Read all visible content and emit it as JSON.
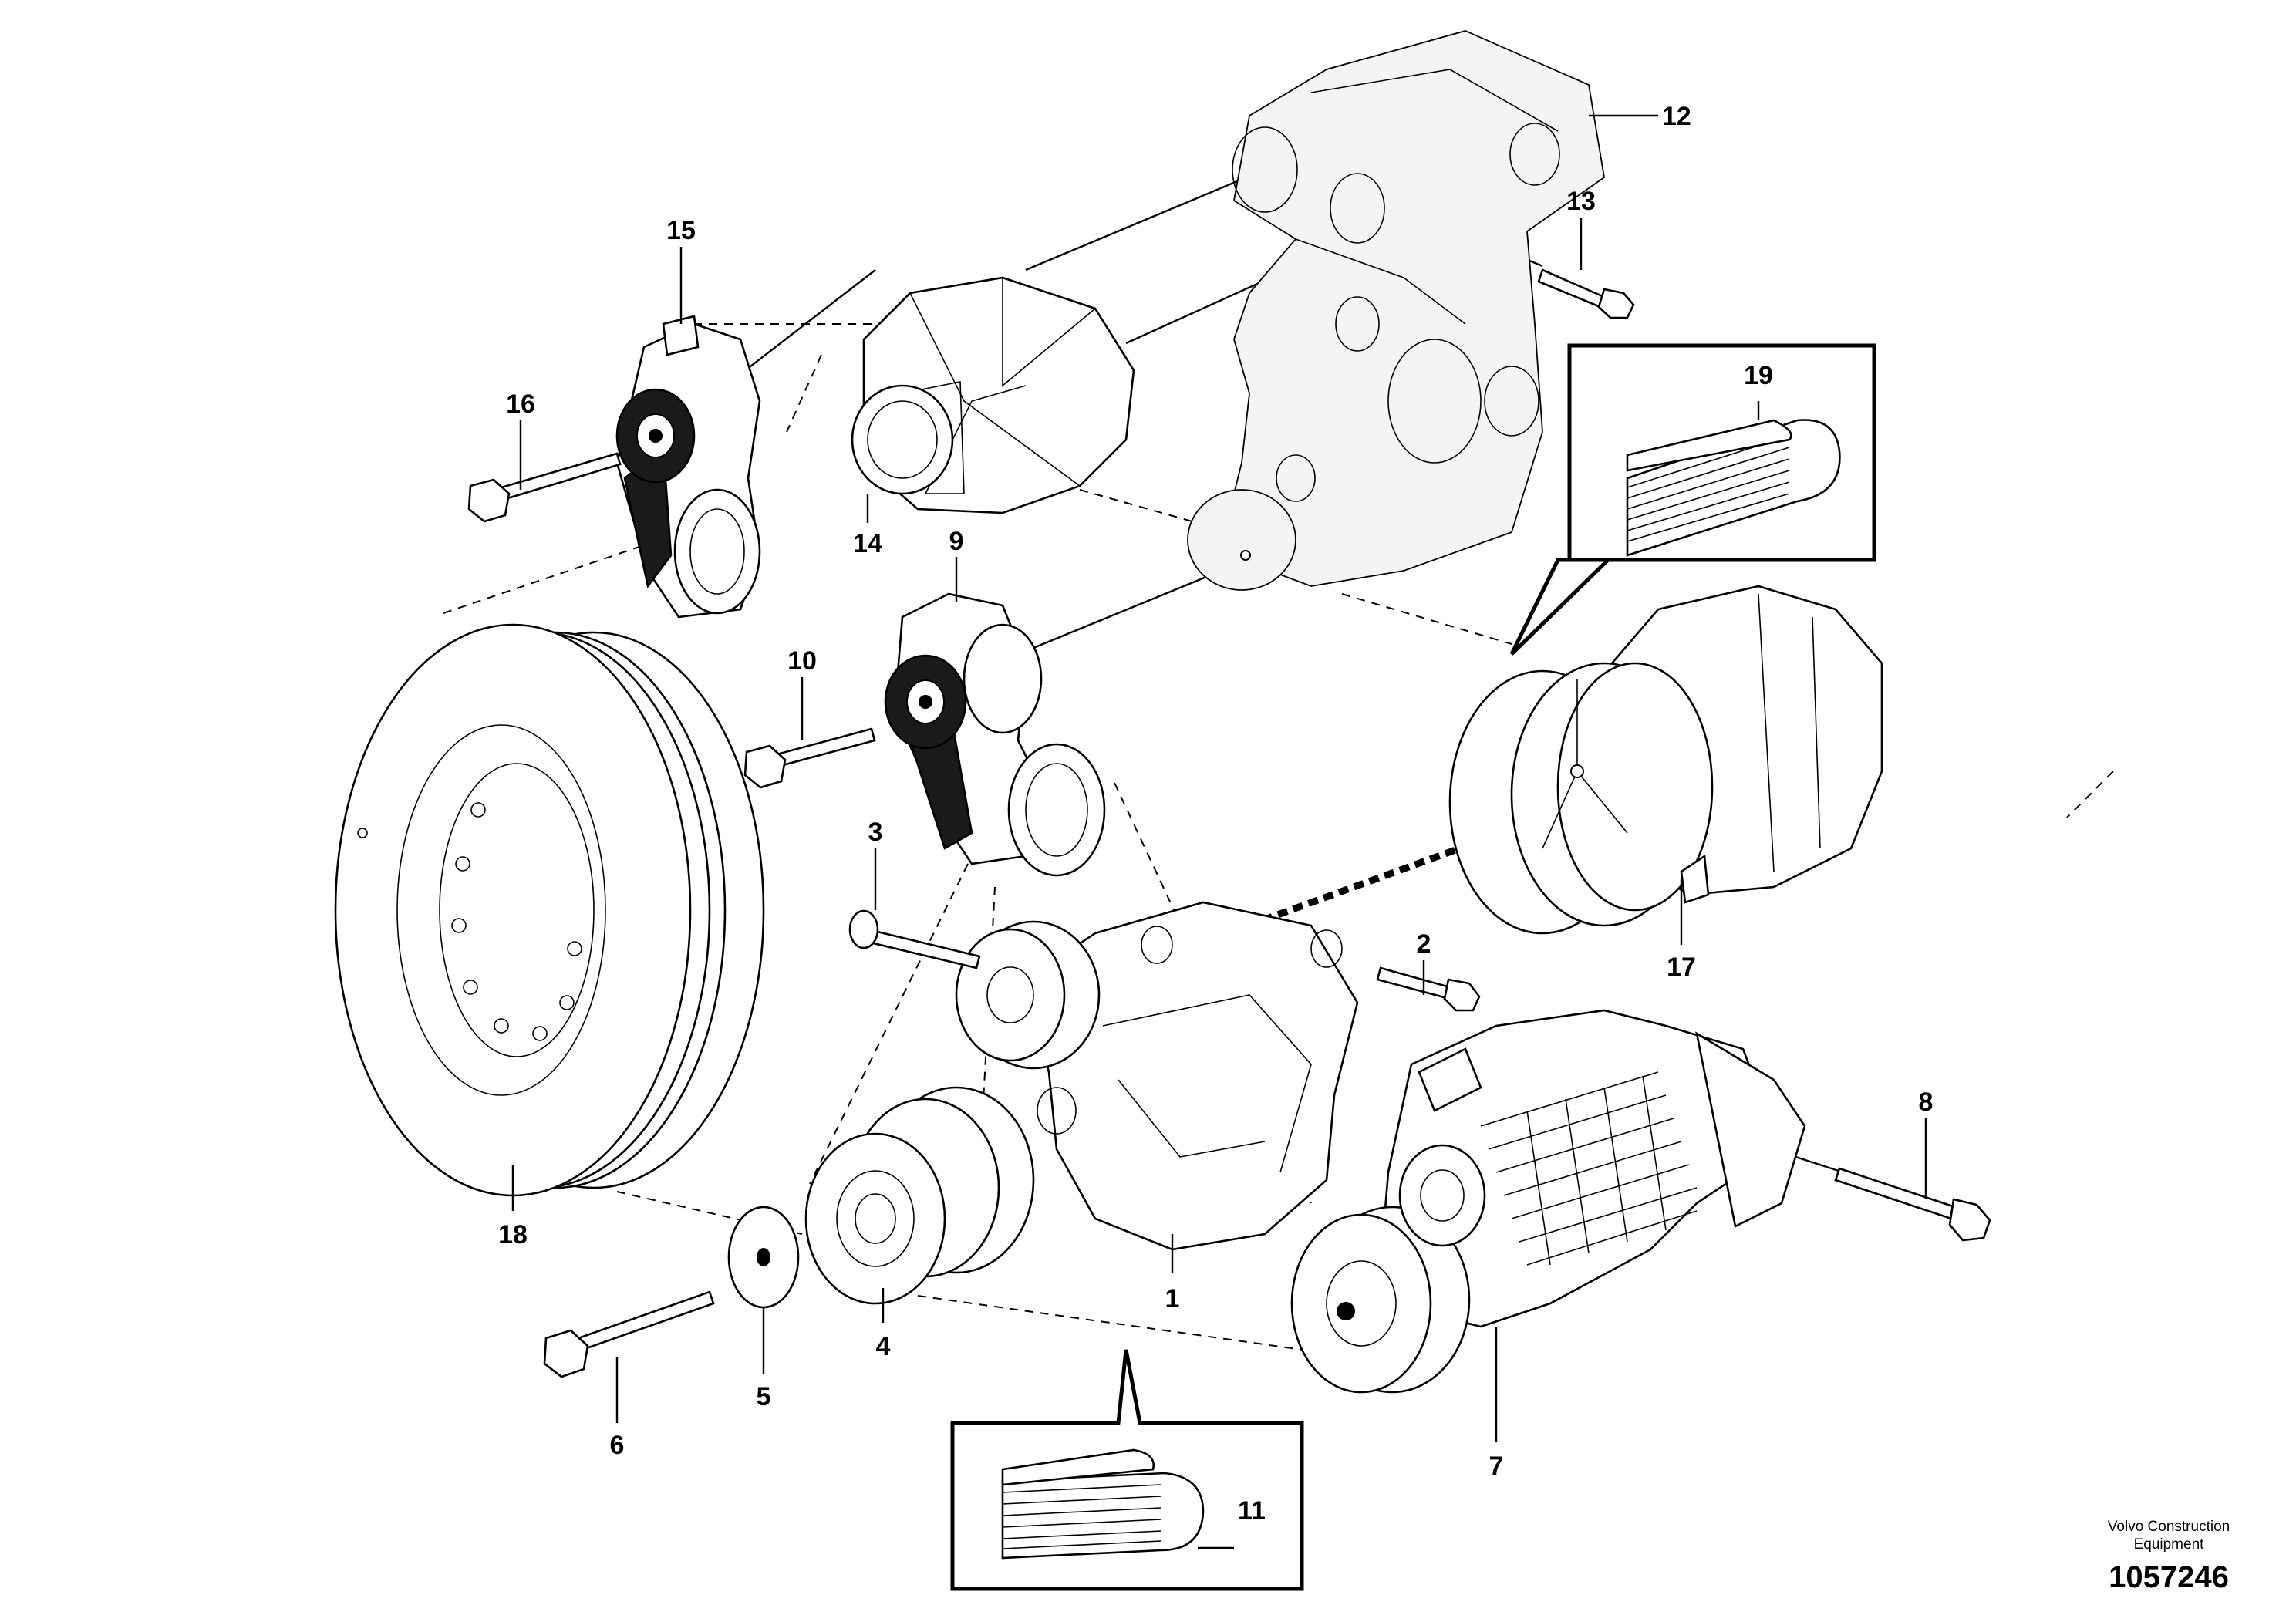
{
  "callouts": {
    "c1": "1",
    "c2": "2",
    "c3": "3",
    "c4": "4",
    "c5": "5",
    "c6": "6",
    "c7": "7",
    "c8": "8",
    "c9": "9",
    "c10": "10",
    "c11": "11",
    "c12": "12",
    "c13": "13",
    "c14": "14",
    "c15": "15",
    "c16": "16",
    "c17": "17",
    "c18": "18",
    "c19": "19"
  },
  "source": {
    "line1": "Volvo Construction",
    "line2": "Equipment",
    "part_number": "1057246"
  }
}
